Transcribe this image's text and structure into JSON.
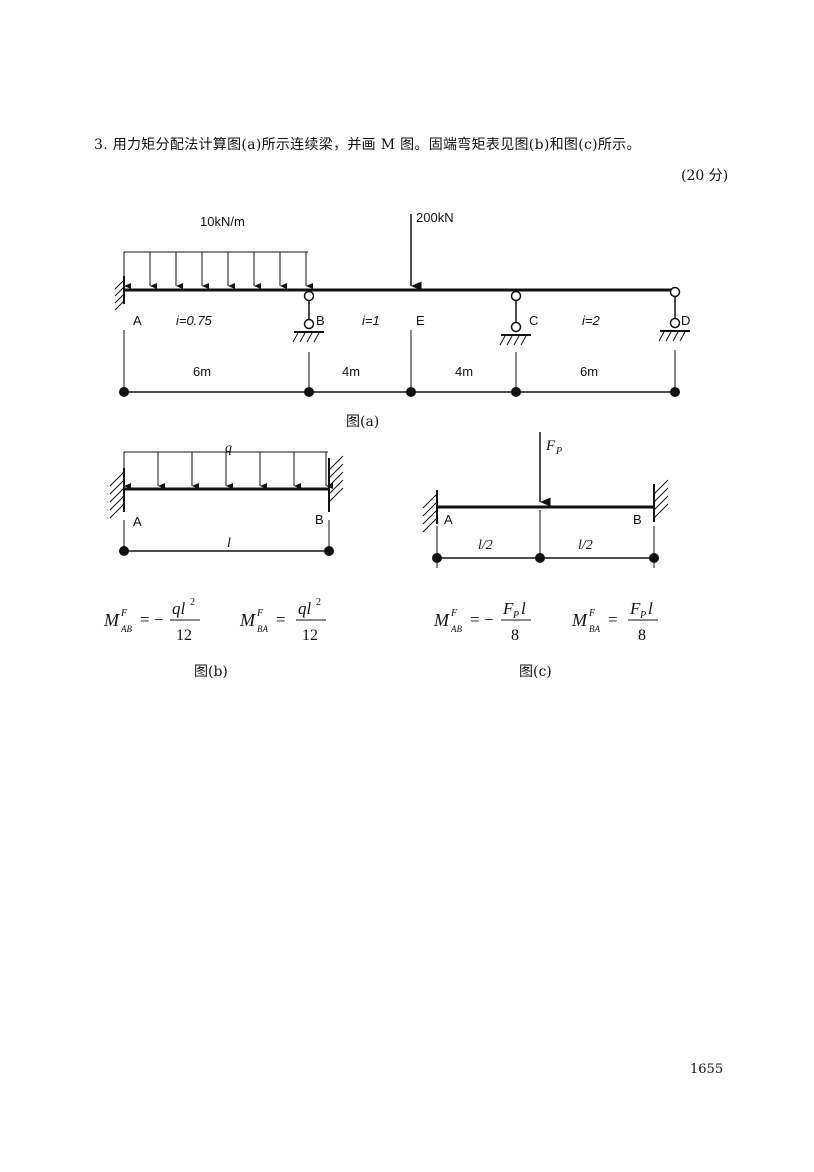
{
  "question": {
    "text": "3. 用力矩分配法计算图(a)所示连续梁，并画 M 图。固端弯矩表见图(b)和图(c)所示。",
    "points": "(20 分)"
  },
  "figure_a": {
    "caption": "图(a)",
    "udl_label": "10kN/m",
    "point_load_label": "200kN",
    "nodes": [
      "A",
      "B",
      "E",
      "C",
      "D"
    ],
    "stiffness": [
      "i=0.75",
      "i=1",
      "i=2"
    ],
    "spans": [
      "6m",
      "4m",
      "4m",
      "6m"
    ]
  },
  "figure_b": {
    "caption": "图(b)",
    "load_label": "q",
    "nodes": [
      "A",
      "B"
    ],
    "span": "l",
    "formula_left": "M^F_AB = -ql²/12",
    "formula_right": "M^F_BA = ql²/12"
  },
  "figure_c": {
    "caption": "图(c)",
    "load_label": "F_P",
    "nodes": [
      "A",
      "B"
    ],
    "spans": [
      "l/2",
      "l/2"
    ],
    "formula_left": "M^F_AB = -F_P l/8",
    "formula_right": "M^F_BA = F_P l/8"
  },
  "page_number": "1655"
}
